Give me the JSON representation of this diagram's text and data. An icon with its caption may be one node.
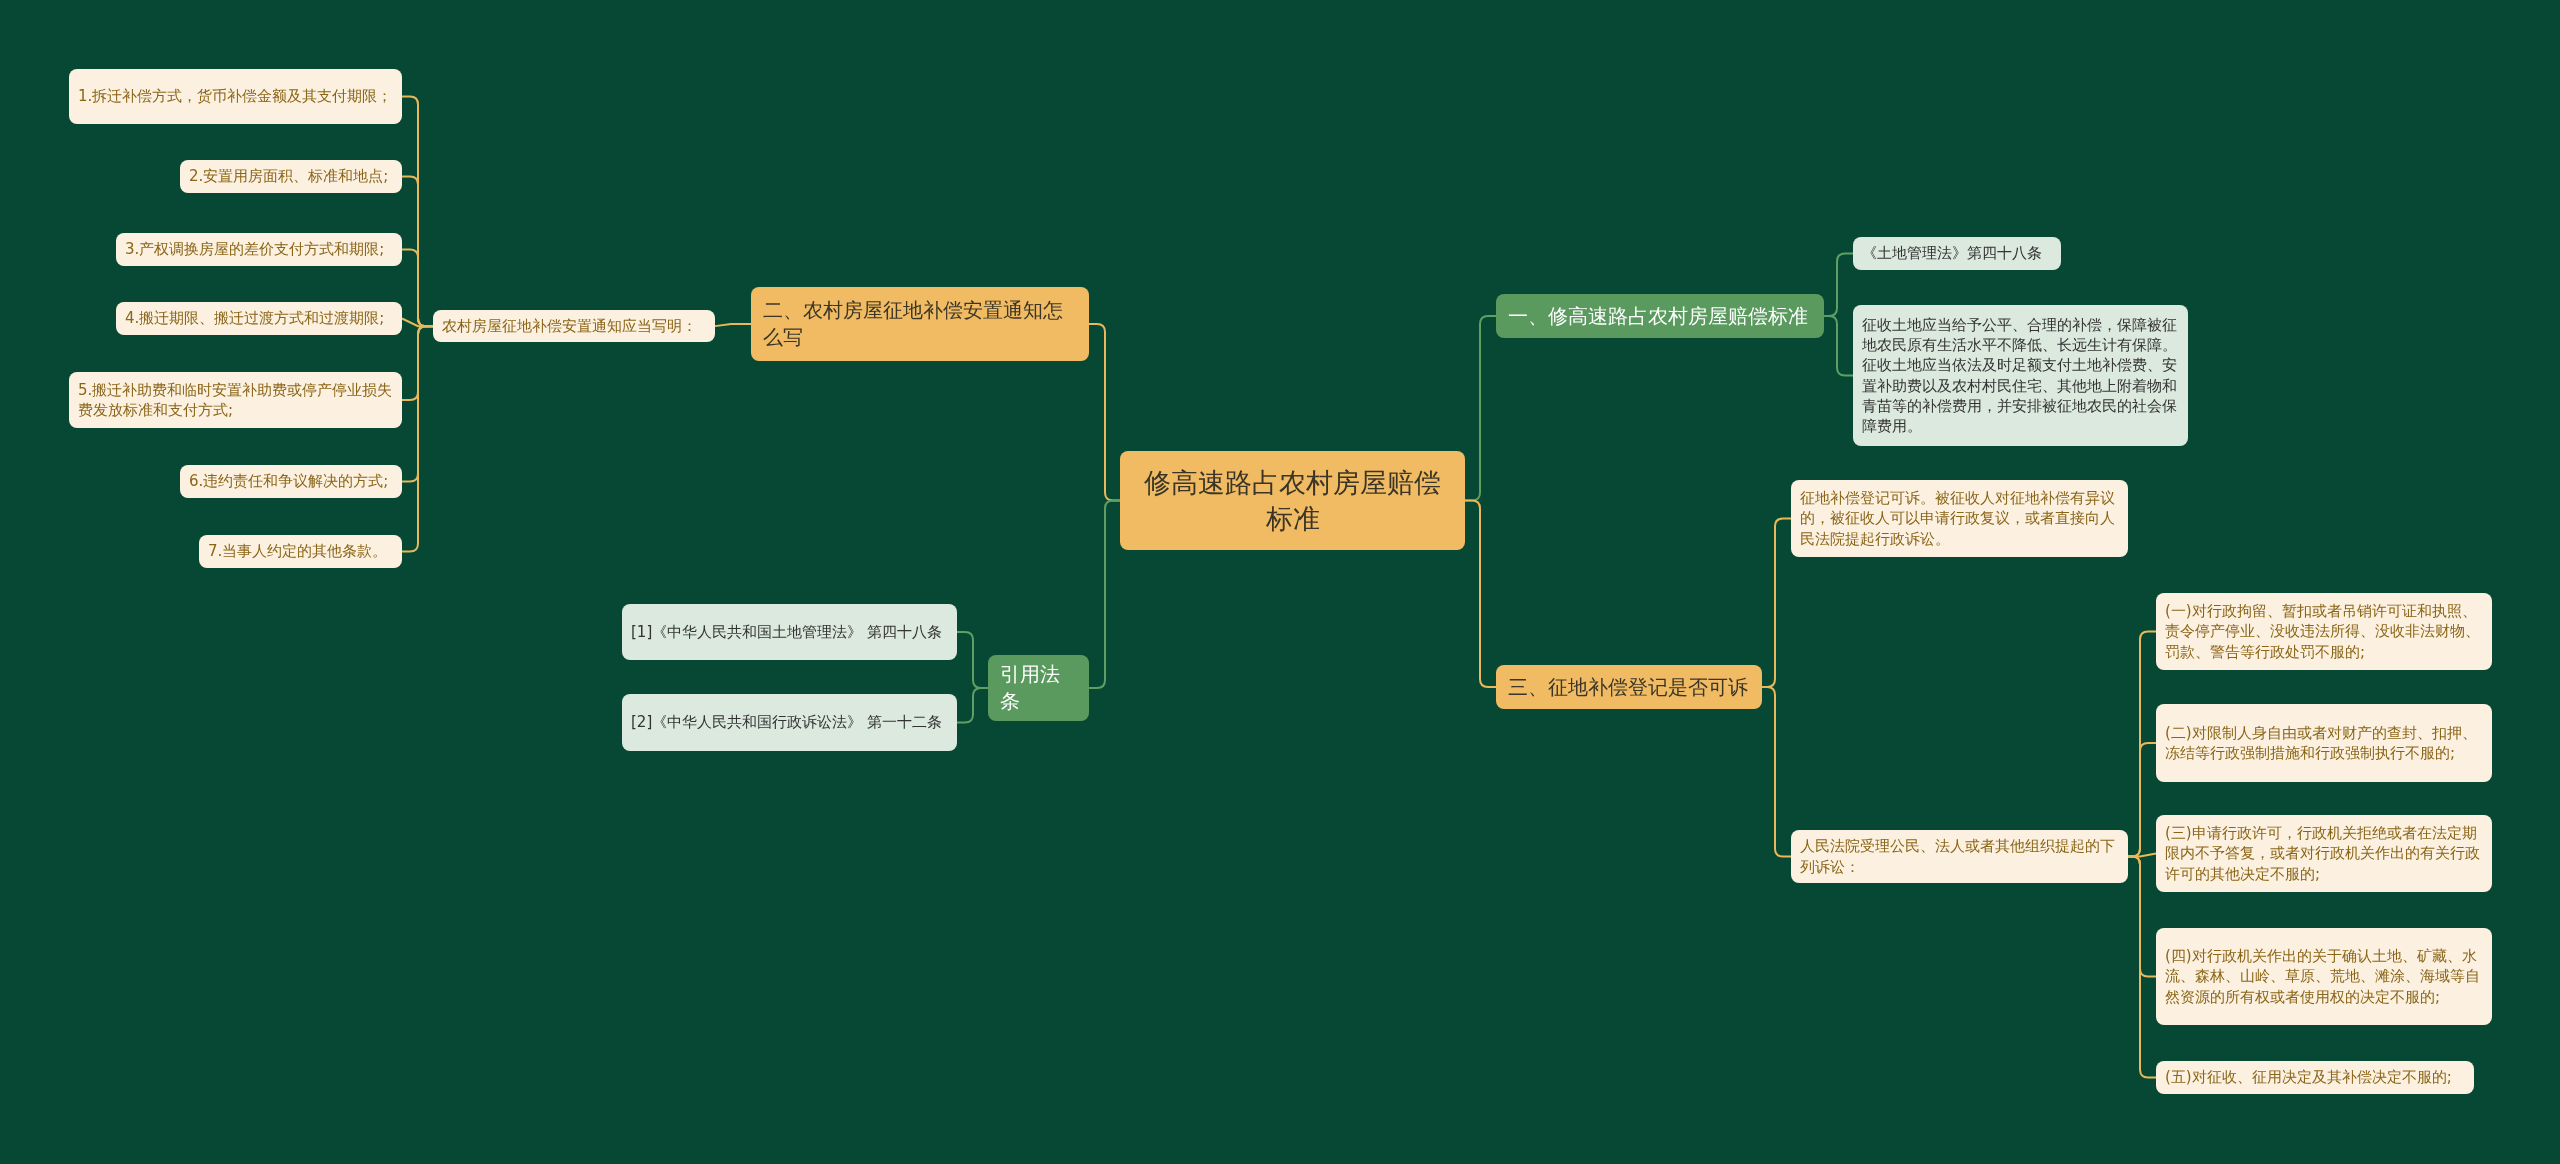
{
  "diagram": {
    "nodes": [
      {
        "text": [
          "修高速路占农村房屋赔偿标准"
        ]
      },
      {
        "text": [
          "二、农村房屋征地补偿安置通知怎么写"
        ]
      },
      {
        "text": [
          "农村房屋征地补偿安置通知应当写明："
        ]
      },
      {
        "text": [
          "1.拆迁补偿方式，货币补偿金额及其支付期限；"
        ]
      },
      {
        "text": [
          "2.安置用房面积、标准和地点;"
        ]
      },
      {
        "text": [
          "3.产权调换房屋的差价支付方式和期限;"
        ]
      },
      {
        "text": [
          "4.搬迁期限、搬迁过渡方式和过渡期限;"
        ]
      },
      {
        "text": [
          "5.搬迁补助费和临时安置补助费或停产停业损失费发放标准和支付方式;"
        ]
      },
      {
        "text": [
          "6.违约责任和争议解决的方式;"
        ]
      },
      {
        "text": [
          "7.当事人约定的其他条款。"
        ]
      },
      {
        "text": [
          "引用法条"
        ]
      },
      {
        "text": [
          "[1]《中华人民共和国土地管理法》 第四十八条"
        ]
      },
      {
        "text": [
          "[2]《中华人民共和国行政诉讼法》 第一十二条"
        ]
      },
      {
        "text": [
          "一、修高速路占农村房屋赔偿标准"
        ]
      },
      {
        "text": [
          "《土地管理法》第四十八条"
        ]
      },
      {
        "text": [
          "征收土地应当给予公平、合理的补偿，保障被征地农民原有生活水平不降低、长远生计有保障。征收土地应当依法及时足额支付土地补偿费、安置补助费以及农村村民住宅、其他地上附着物和青苗等的补偿费用，并安排被征地农民的社会保障费用。"
        ]
      },
      {
        "text": [
          "三、征地补偿登记是否可诉"
        ]
      },
      {
        "text": [
          "征地补偿登记可诉。被征收人对征地补偿有异议的，被征收人可以申请行政复议，或者直接向人民法院提起行政诉讼。"
        ]
      },
      {
        "text": [
          "人民法院受理公民、法人或者其他组织提起的下列诉讼："
        ]
      },
      {
        "text": [
          "(一)对行政拘留、暂扣或者吊销许可证和执照、责令停产停业、没收违法所得、没收非法财物、罚款、警告等行政处罚不服的;"
        ]
      },
      {
        "text": [
          "(二)对限制人身自由或者对财产的查封、扣押、冻结等行政强制措施和行政强制执行不服的;"
        ]
      },
      {
        "text": [
          "(三)申请行政许可，行政机关拒绝或者在法定期限内不予答复，或者对行政机关作出的有关行政许可的其他决定不服的;"
        ]
      },
      {
        "text": [
          "(四)对行政机关作出的关于确认土地、矿藏、水流、森林、山岭、草原、荒地、滩涂、海域等自然资源的所有权或者使用权的决定不服的;"
        ]
      },
      {
        "text": [
          "(五)对征收、征用决定及其补偿决定不服的;"
        ]
      }
    ],
    "edges": [
      {
        "from": 0,
        "to": 1,
        "arrow": "none"
      },
      {
        "from": 1,
        "to": 2,
        "arrow": "none"
      },
      {
        "from": 2,
        "to": 3,
        "arrow": "none"
      },
      {
        "from": 2,
        "to": 4,
        "arrow": "none"
      },
      {
        "from": 2,
        "to": 5,
        "arrow": "none"
      },
      {
        "from": 2,
        "to": 6,
        "arrow": "none"
      },
      {
        "from": 2,
        "to": 7,
        "arrow": "none"
      },
      {
        "from": 2,
        "to": 8,
        "arrow": "none"
      },
      {
        "from": 2,
        "to": 9,
        "arrow": "none"
      },
      {
        "from": 0,
        "to": 10,
        "arrow": "none",
        "color": "#5f9f63"
      },
      {
        "from": 10,
        "to": 11,
        "arrow": "none",
        "color": "#5f9f63"
      },
      {
        "from": 10,
        "to": 12,
        "arrow": "none",
        "color": "#5f9f63"
      },
      {
        "from": 0,
        "to": 13,
        "arrow": "none",
        "color": "#5f9f63"
      },
      {
        "from": 13,
        "to": 14,
        "arrow": "none",
        "color": "#5f9f63"
      },
      {
        "from": 13,
        "to": 15,
        "arrow": "none",
        "color": "#5f9f63"
      },
      {
        "from": 0,
        "to": 16,
        "arrow": "none"
      },
      {
        "from": 16,
        "to": 17,
        "arrow": "none"
      },
      {
        "from": 16,
        "to": 18,
        "arrow": "none"
      },
      {
        "from": 18,
        "to": 19,
        "arrow": "none"
      },
      {
        "from": 18,
        "to": 20,
        "arrow": "none"
      },
      {
        "from": 18,
        "to": 21,
        "arrow": "none"
      },
      {
        "from": 18,
        "to": 22,
        "arrow": "none"
      },
      {
        "from": 18,
        "to": 23,
        "arrow": "none"
      }
    ]
  }
}
